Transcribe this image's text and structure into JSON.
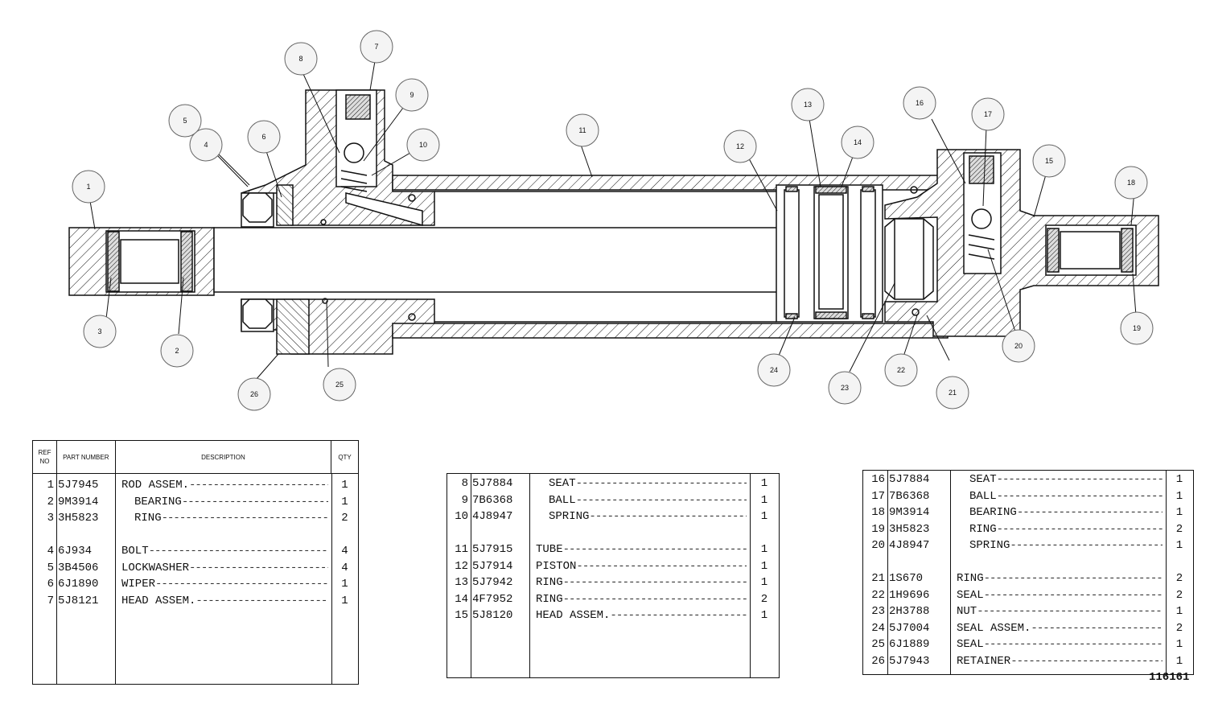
{
  "headers": {
    "ref": "REF NO",
    "part": "PART NUMBER",
    "desc": "DESCRIPTION",
    "qty": "QTY"
  },
  "callouts": [
    "1",
    "2",
    "3",
    "4",
    "5",
    "6",
    "7",
    "8",
    "9",
    "10",
    "11",
    "12",
    "13",
    "14",
    "15",
    "16",
    "17",
    "18",
    "19",
    "20",
    "21",
    "22",
    "23",
    "24",
    "25",
    "26"
  ],
  "table1": [
    {
      "ref": "1",
      "part": "5J7945",
      "desc": "ROD ASSEM.",
      "qty": "1",
      "indent": false
    },
    {
      "ref": "2",
      "part": "9M3914",
      "desc": "BEARING",
      "qty": "1",
      "indent": true
    },
    {
      "ref": "3",
      "part": "3H5823",
      "desc": "RING",
      "qty": "2",
      "indent": true
    },
    {
      "ref": "4",
      "part": "6J934",
      "desc": "BOLT",
      "qty": "4",
      "indent": false
    },
    {
      "ref": "5",
      "part": "3B4506",
      "desc": "LOCKWASHER",
      "qty": "4",
      "indent": false
    },
    {
      "ref": "6",
      "part": "6J1890",
      "desc": "WIPER",
      "qty": "1",
      "indent": false
    },
    {
      "ref": "7",
      "part": "5J8121",
      "desc": "HEAD ASSEM.",
      "qty": "1",
      "indent": false
    }
  ],
  "table2": [
    {
      "ref": "8",
      "part": "5J7884",
      "desc": "SEAT",
      "qty": "1",
      "indent": true
    },
    {
      "ref": "9",
      "part": "7B6368",
      "desc": "BALL",
      "qty": "1",
      "indent": true
    },
    {
      "ref": "10",
      "part": "4J8947",
      "desc": "SPRING",
      "qty": "1",
      "indent": true
    },
    {
      "ref": "11",
      "part": "5J7915",
      "desc": "TUBE",
      "qty": "1",
      "indent": false
    },
    {
      "ref": "12",
      "part": "5J7914",
      "desc": "PISTON",
      "qty": "1",
      "indent": false
    },
    {
      "ref": "13",
      "part": "5J7942",
      "desc": "RING",
      "qty": "1",
      "indent": false
    },
    {
      "ref": "14",
      "part": "4F7952",
      "desc": "RING",
      "qty": "2",
      "indent": false
    },
    {
      "ref": "15",
      "part": "5J8120",
      "desc": "HEAD ASSEM.",
      "qty": "1",
      "indent": false
    }
  ],
  "table3": [
    {
      "ref": "16",
      "part": "5J7884",
      "desc": "SEAT",
      "qty": "1",
      "indent": true
    },
    {
      "ref": "17",
      "part": "7B6368",
      "desc": "BALL",
      "qty": "1",
      "indent": true
    },
    {
      "ref": "18",
      "part": "9M3914",
      "desc": "BEARING",
      "qty": "1",
      "indent": true
    },
    {
      "ref": "19",
      "part": "3H5823",
      "desc": "RING",
      "qty": "2",
      "indent": true
    },
    {
      "ref": "20",
      "part": "4J8947",
      "desc": "SPRING",
      "qty": "1",
      "indent": true
    },
    {
      "ref": "21",
      "part": "1S670",
      "desc": "RING",
      "qty": "2",
      "indent": false
    },
    {
      "ref": "22",
      "part": "1H9696",
      "desc": "SEAL",
      "qty": "2",
      "indent": false
    },
    {
      "ref": "23",
      "part": "2H3788",
      "desc": "NUT",
      "qty": "1",
      "indent": false
    },
    {
      "ref": "24",
      "part": "5J7004",
      "desc": "SEAL ASSEM.",
      "qty": "2",
      "indent": false
    },
    {
      "ref": "25",
      "part": "6J1889",
      "desc": "SEAL",
      "qty": "1",
      "indent": false
    },
    {
      "ref": "26",
      "part": "5J7943",
      "desc": "RETAINER",
      "qty": "1",
      "indent": false
    }
  ],
  "figure_number": "116161",
  "colors": {
    "ink": "#111111",
    "paper": "#ffffff",
    "bubble": "#f4f4f4"
  }
}
